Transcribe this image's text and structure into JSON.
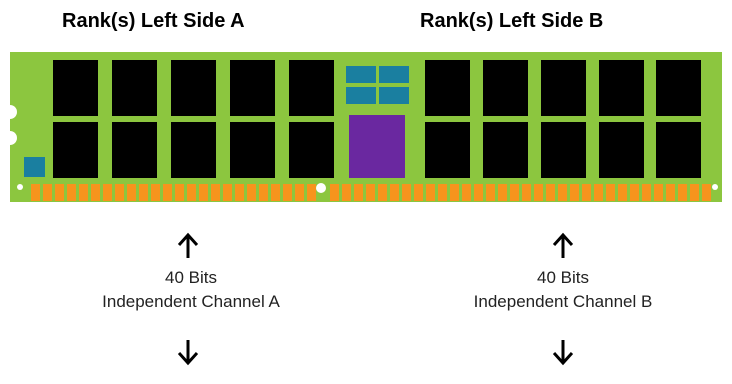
{
  "titles": {
    "side_a": "Rank(s) Left Side A",
    "side_b": "Rank(s) Left Side B"
  },
  "channels": {
    "a": {
      "bits": "40 Bits",
      "name": "Independent Channel A"
    },
    "b": {
      "bits": "40 Bits",
      "name": "Independent Channel B"
    }
  },
  "colors": {
    "pcb": "#8cc63f",
    "chip": "#000000",
    "pmic": "#6a28a0",
    "small_chip": "#1a7fa0",
    "contacts": "#f7941d",
    "notch": "#ffffff"
  },
  "icons": {
    "up": "arrow-up-icon",
    "down": "arrow-down-icon"
  }
}
